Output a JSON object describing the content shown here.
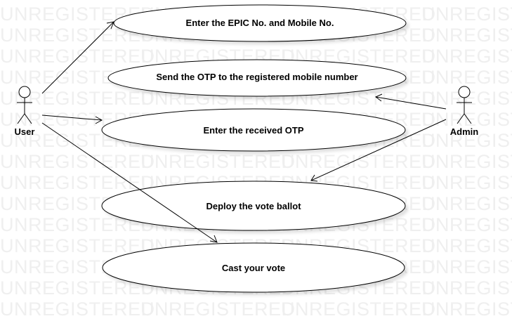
{
  "watermark": "UNREGISTERED",
  "actors": {
    "user": {
      "label": "User"
    },
    "admin": {
      "label": "Admin"
    }
  },
  "use_cases": [
    {
      "id": "uc1",
      "label": "Enter the EPIC No. and Mobile No."
    },
    {
      "id": "uc2",
      "label": "Send the OTP to the registered mobile number"
    },
    {
      "id": "uc3",
      "label": "Enter the received OTP"
    },
    {
      "id": "uc4",
      "label": "Deploy the vote ballot"
    },
    {
      "id": "uc5",
      "label": "Cast your vote"
    }
  ],
  "associations": [
    {
      "from": "user",
      "to": "uc1"
    },
    {
      "from": "user",
      "to": "uc3"
    },
    {
      "from": "user",
      "to": "uc5"
    },
    {
      "from": "admin",
      "to": "uc2"
    },
    {
      "from": "admin",
      "to": "uc4"
    }
  ]
}
